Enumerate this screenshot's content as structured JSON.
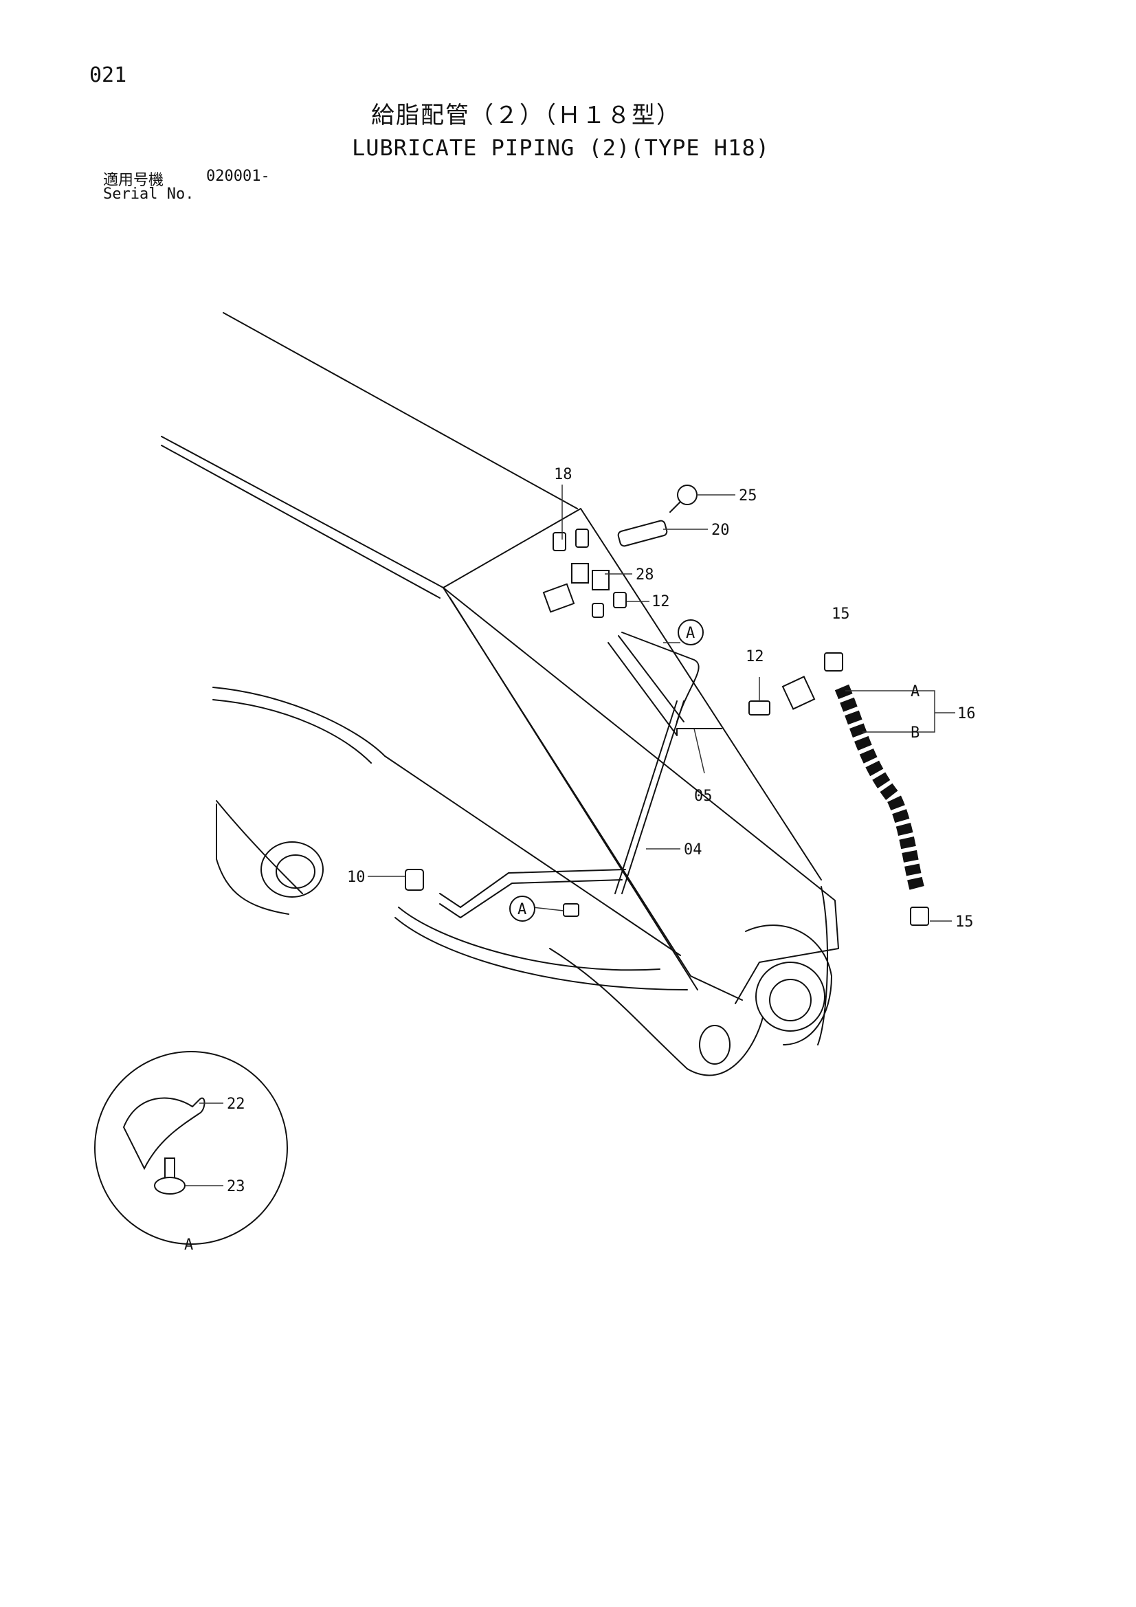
{
  "header": {
    "page_number": "021",
    "title_jp": "給脂配管（２）（Ｈ１８型）",
    "title_en": "LUBRICATE PIPING (2)(TYPE H18)",
    "serial_label_jp": "適用号機",
    "serial_label_en": "Serial No.",
    "serial_value": "020001-"
  },
  "callouts": {
    "c18": "18",
    "c25": "25",
    "c20": "20",
    "c28": "28",
    "c12a": "12",
    "cA1": "A",
    "c15a": "15",
    "c12b": "12",
    "cA2": "A",
    "c16": "16",
    "cB": "B",
    "c05": "05",
    "c04": "04",
    "c10": "10",
    "cA3": "A",
    "c15b": "15",
    "c22": "22",
    "c23": "23",
    "cA4": "A"
  }
}
